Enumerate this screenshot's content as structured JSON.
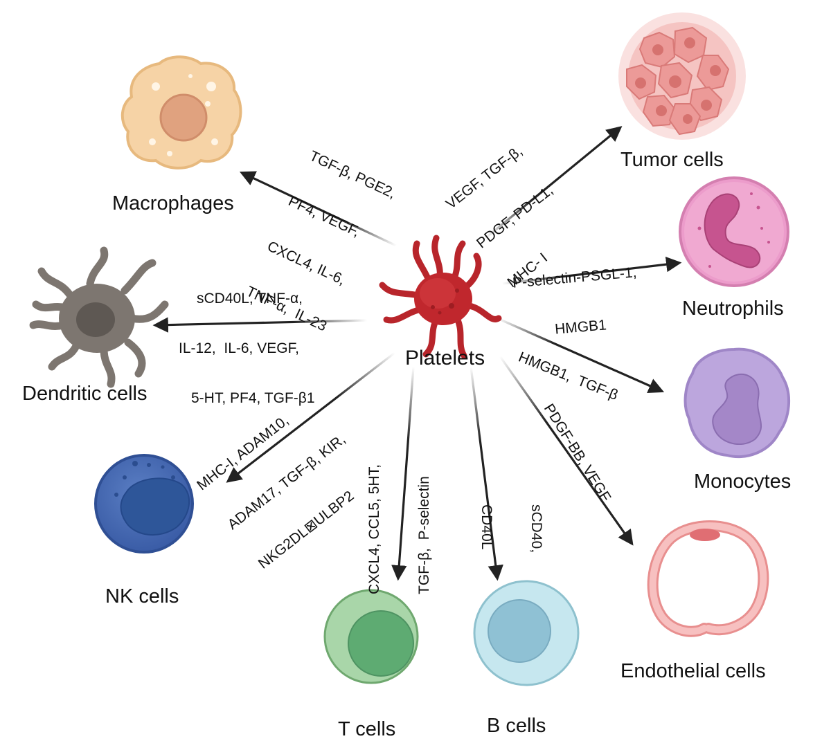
{
  "center": {
    "label": "Platelets"
  },
  "cells": {
    "macrophages": "Macrophages",
    "tumor": "Tumor cells",
    "dendritic": "Dendritic cells",
    "neutrophils": "Neutrophils",
    "monocytes": "Monocytes",
    "nk": "NK cells",
    "t": "T cells",
    "b": "B cells",
    "endothelial": "Endothelial cells"
  },
  "mediators": {
    "macrophages": [
      "TGF-β, PGE2,",
      "PF4, VEGF,",
      "CXCL4, IL-6,",
      "TNF-α,  IL-23"
    ],
    "tumor": [
      "VEGF, TGF-β,",
      "PDGF, PD-L1,",
      "MHC- I"
    ],
    "dendritic": [
      "sCD40L, TNF-α,",
      "IL-12,  IL-6, VEGF,",
      "5-HT, PF4, TGF-β1"
    ],
    "neutrophils": [
      "P-selectin-PSGL-1,",
      "HMGB1"
    ],
    "monocytes": [
      "HMGB1,  TGF-β"
    ],
    "nk": [
      "MHC-I, ADAM10,",
      "ADAM17, TGF-β, KIR,",
      "NKG2DL⊠ULBP2"
    ],
    "t": [
      "CXCL4, CCL5, 5HT,",
      "TGF-β,  P-selectin"
    ],
    "b": [
      "sCD40,",
      "CD40L"
    ],
    "endothelial": [
      "PDGF-BB, VEGF"
    ]
  },
  "colors": {
    "platelet": "#c0272d",
    "macrophage": "#f6d3a6",
    "tumor": "#ec9a98",
    "dendritic": "#7d7670",
    "neutrophil": "#ec9ccb",
    "monocyte": "#bca6dd",
    "nk": "#4a6db5",
    "tcell": "#9fcc9f",
    "bcell": "#b5dfe9",
    "endothelial": "#ee9a9a"
  }
}
